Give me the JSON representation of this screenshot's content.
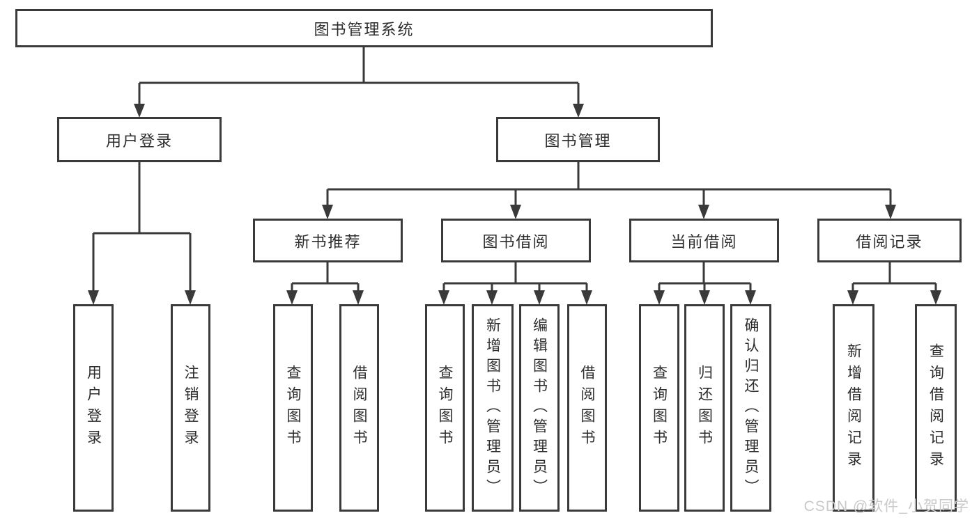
{
  "diagram": {
    "type": "hierarchy-tree",
    "orientation": "top-down",
    "colors": {
      "background": "#ffffff",
      "line": "#3a3a3a",
      "box_border": "#3a3a3a",
      "text": "#2d2d2d",
      "watermark": "#c9c9c9"
    }
  },
  "tree": {
    "label": "图书管理系统",
    "children": [
      {
        "label": "用户登录",
        "children": [
          {
            "label": "用户登录"
          },
          {
            "label": "注销登录"
          }
        ]
      },
      {
        "label": "图书管理",
        "children": [
          {
            "label": "新书推荐",
            "children": [
              {
                "label": "查询图书"
              },
              {
                "label": "借阅图书"
              }
            ]
          },
          {
            "label": "图书借阅",
            "children": [
              {
                "label": "查询图书"
              },
              {
                "label": "新增图书（管理员）"
              },
              {
                "label": "编辑图书（管理员）"
              },
              {
                "label": "借阅图书"
              }
            ]
          },
          {
            "label": "当前借阅",
            "children": [
              {
                "label": "查询图书"
              },
              {
                "label": "归还图书"
              },
              {
                "label": "确认归还（管理员）"
              }
            ]
          },
          {
            "label": "借阅记录",
            "children": [
              {
                "label": "新增借阅记录"
              },
              {
                "label": "查询借阅记录"
              }
            ]
          }
        ]
      }
    ]
  },
  "watermark": {
    "text": "CSDN @软件_小贺同学"
  }
}
